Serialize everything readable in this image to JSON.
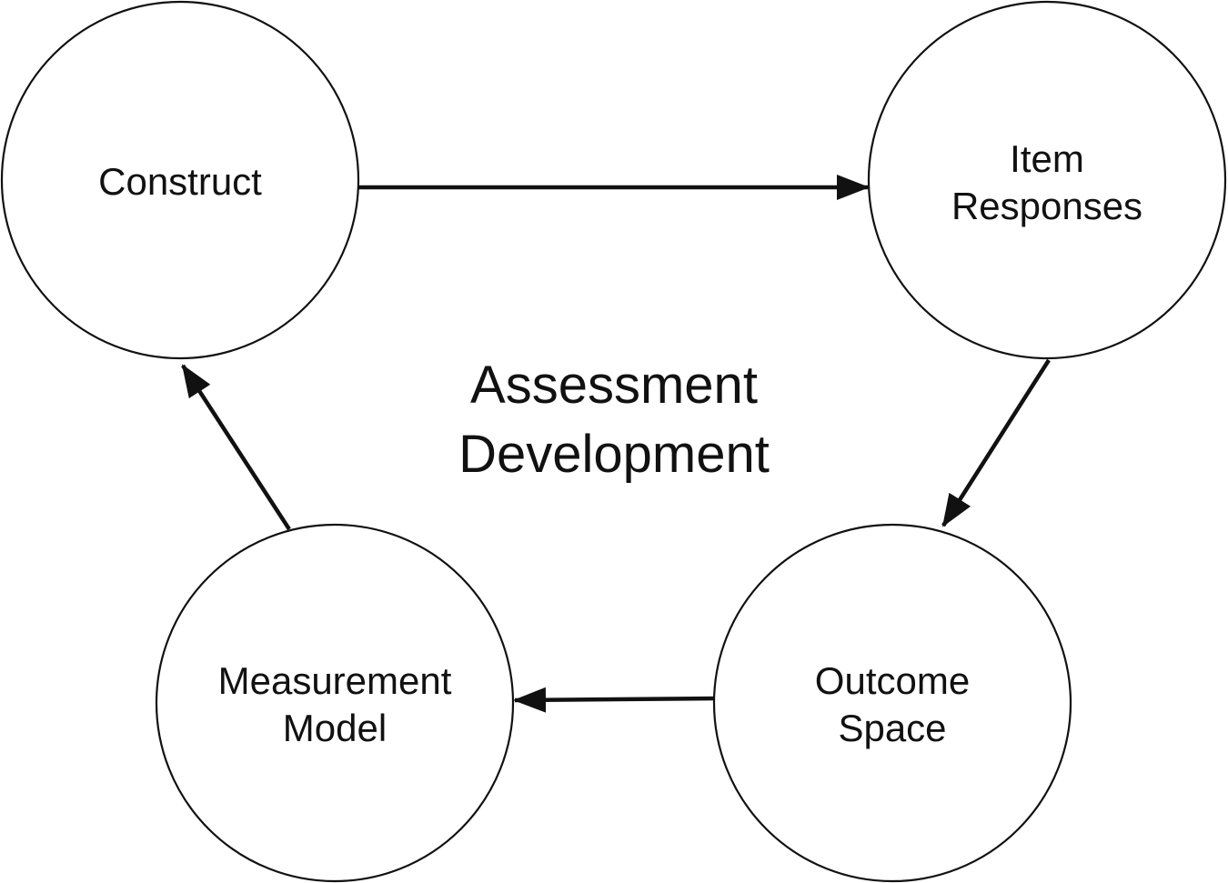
{
  "diagram": {
    "center_title": {
      "line1": "Assessment",
      "line2": "Development"
    },
    "nodes": {
      "construct": {
        "line1": "Construct"
      },
      "item_responses": {
        "line1": "Item",
        "line2": "Responses"
      },
      "outcome_space": {
        "line1": "Outcome",
        "line2": "Space"
      },
      "measurement_model": {
        "line1": "Measurement",
        "line2": "Model"
      }
    },
    "edges": [
      {
        "from": "Construct",
        "to": "Item Responses"
      },
      {
        "from": "Item Responses",
        "to": "Outcome Space"
      },
      {
        "from": "Outcome Space",
        "to": "Measurement Model"
      },
      {
        "from": "Measurement Model",
        "to": "Construct"
      }
    ],
    "colors": {
      "stroke": "#111111",
      "background": "#ffffff"
    }
  }
}
